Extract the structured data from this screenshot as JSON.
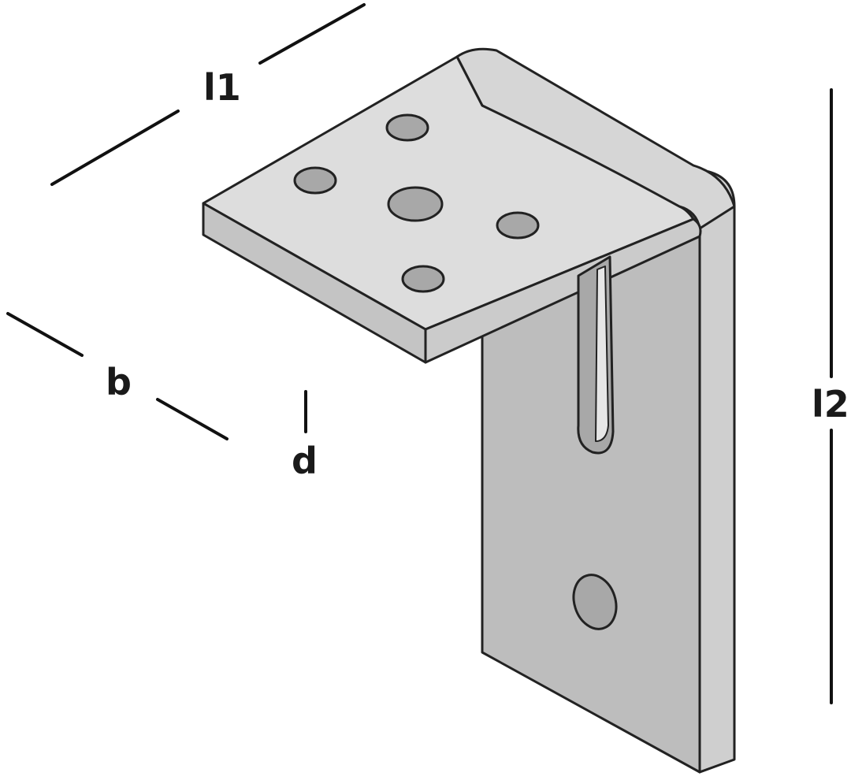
{
  "labels": {
    "l1": "l1",
    "b": "b",
    "d": "d",
    "l2": "l2"
  },
  "colors": {
    "plate_top": "#dcdcdc",
    "plate_edge": "#c8c8c8",
    "plate_front": "#b9b9b9",
    "hole": "#a9a9a9",
    "outline": "#222222",
    "dimension_line": "#111111"
  }
}
